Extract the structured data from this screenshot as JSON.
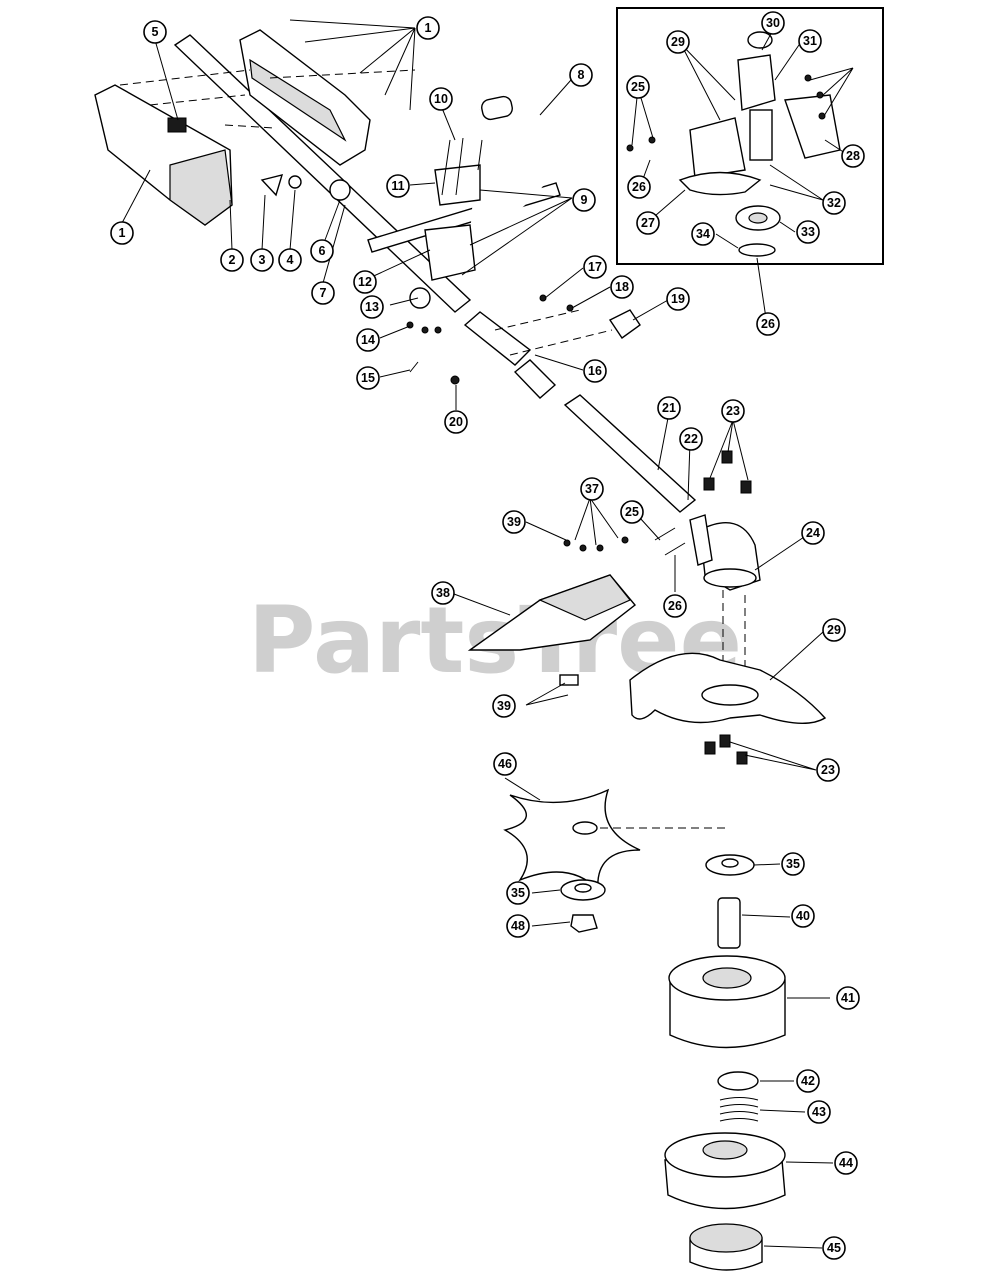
{
  "watermark": {
    "text": "PartsTree"
  },
  "diagram": {
    "callouts": [
      "1",
      "1",
      "2",
      "3",
      "4",
      "5",
      "6",
      "7",
      "8",
      "9",
      "10",
      "11",
      "12",
      "13",
      "14",
      "15",
      "16",
      "17",
      "18",
      "19",
      "20",
      "21",
      "22",
      "23",
      "23",
      "24",
      "25",
      "25",
      "26",
      "26",
      "26",
      "27",
      "28",
      "29",
      "29",
      "30",
      "31",
      "32",
      "33",
      "34",
      "35",
      "35",
      "37",
      "38",
      "39",
      "39",
      "40",
      "41",
      "42",
      "43",
      "44",
      "45",
      "46",
      "48"
    ]
  }
}
